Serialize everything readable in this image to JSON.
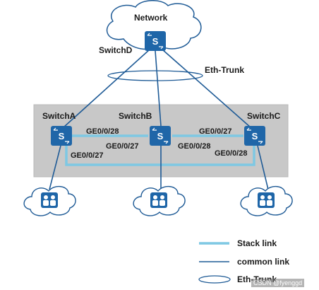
{
  "labels": {
    "network": "Network",
    "switch_d": "SwitchD",
    "eth_trunk": "Eth-Trunk",
    "switch_a": "SwitchA",
    "switch_b": "SwitchB",
    "switch_c": "SwitchC"
  },
  "ports": {
    "a_b_top_left": "GE0/0/28",
    "b_c_top_right": "GE0/0/27",
    "b_left_lower": "GE0/0/27",
    "b_right_lower": "GE0/0/28",
    "a_lower": "GE0/0/27",
    "c_lower": "GE0/0/28"
  },
  "legend": {
    "stack_link": "Stack link",
    "common_link": "common link",
    "eth_trunk": "Eth-Trunk"
  },
  "watermark": "CSDN @fyenggd",
  "colors": {
    "stack_link": "#7ec8e3",
    "common_link": "#1f5b96",
    "switch_fill": "#1f66a8",
    "panel": "#c8c8c8"
  }
}
